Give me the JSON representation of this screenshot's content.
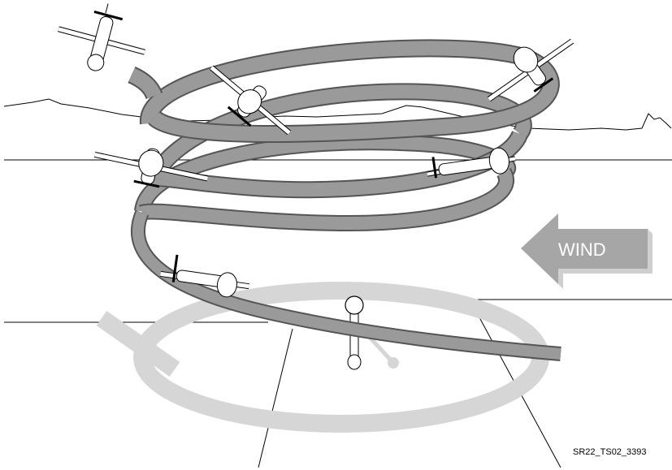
{
  "figure": {
    "id_label": "SR22_TS02_3393"
  },
  "wind_arrow": {
    "label": "WIND",
    "icon": "left-arrow"
  },
  "colors": {
    "spiral_path": "#9a9a9a",
    "spiral_outline": "#555555",
    "ground_pattern": "#d6d6d6",
    "wind_arrow": "#a6a6a6",
    "lines": "#000000"
  },
  "aircraft": [
    {
      "name": "aircraft-entry"
    },
    {
      "name": "aircraft-upper-right"
    },
    {
      "name": "aircraft-top-center"
    },
    {
      "name": "aircraft-mid-left"
    },
    {
      "name": "aircraft-mid-right"
    },
    {
      "name": "aircraft-lower-left"
    }
  ]
}
